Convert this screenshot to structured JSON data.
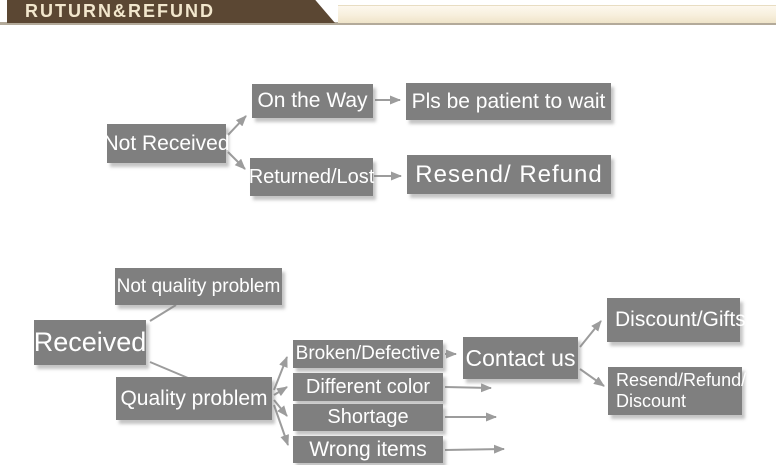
{
  "header": {
    "title": "RUTURN&REFUND"
  },
  "colors": {
    "banner_bg": "#5b4733",
    "banner_text": "#f2e7cd",
    "ribbon_bg": "#f7efdc",
    "rule_line": "#b3aa9a",
    "box_bg": "#7f7f7f",
    "box_text": "#ffffff",
    "arrow": "#9c9c9c"
  },
  "flowchart": {
    "nodes": {
      "not_received": {
        "label": "Not Received"
      },
      "on_the_way": {
        "label": "On the Way"
      },
      "pls_wait": {
        "label": "Pls be patient to wait"
      },
      "returned_lost": {
        "label": "Returned/Lost"
      },
      "resend_refund": {
        "label": "Resend/ Refund"
      },
      "not_quality": {
        "label": "Not quality problem"
      },
      "received": {
        "label": "Received"
      },
      "quality_problem": {
        "label": "Quality problem"
      },
      "broken_defective": {
        "label": "Broken/Defective"
      },
      "different_color": {
        "label": "Different color"
      },
      "shortage": {
        "label": "Shortage"
      },
      "wrong_items": {
        "label": "Wrong items"
      },
      "contact_us": {
        "label": "Contact us"
      },
      "discount_gifts": {
        "label": "Discount/Gifts"
      },
      "resend_refund_discount": {
        "line1": "Resend/Refund/",
        "line2": "Discount"
      }
    }
  }
}
